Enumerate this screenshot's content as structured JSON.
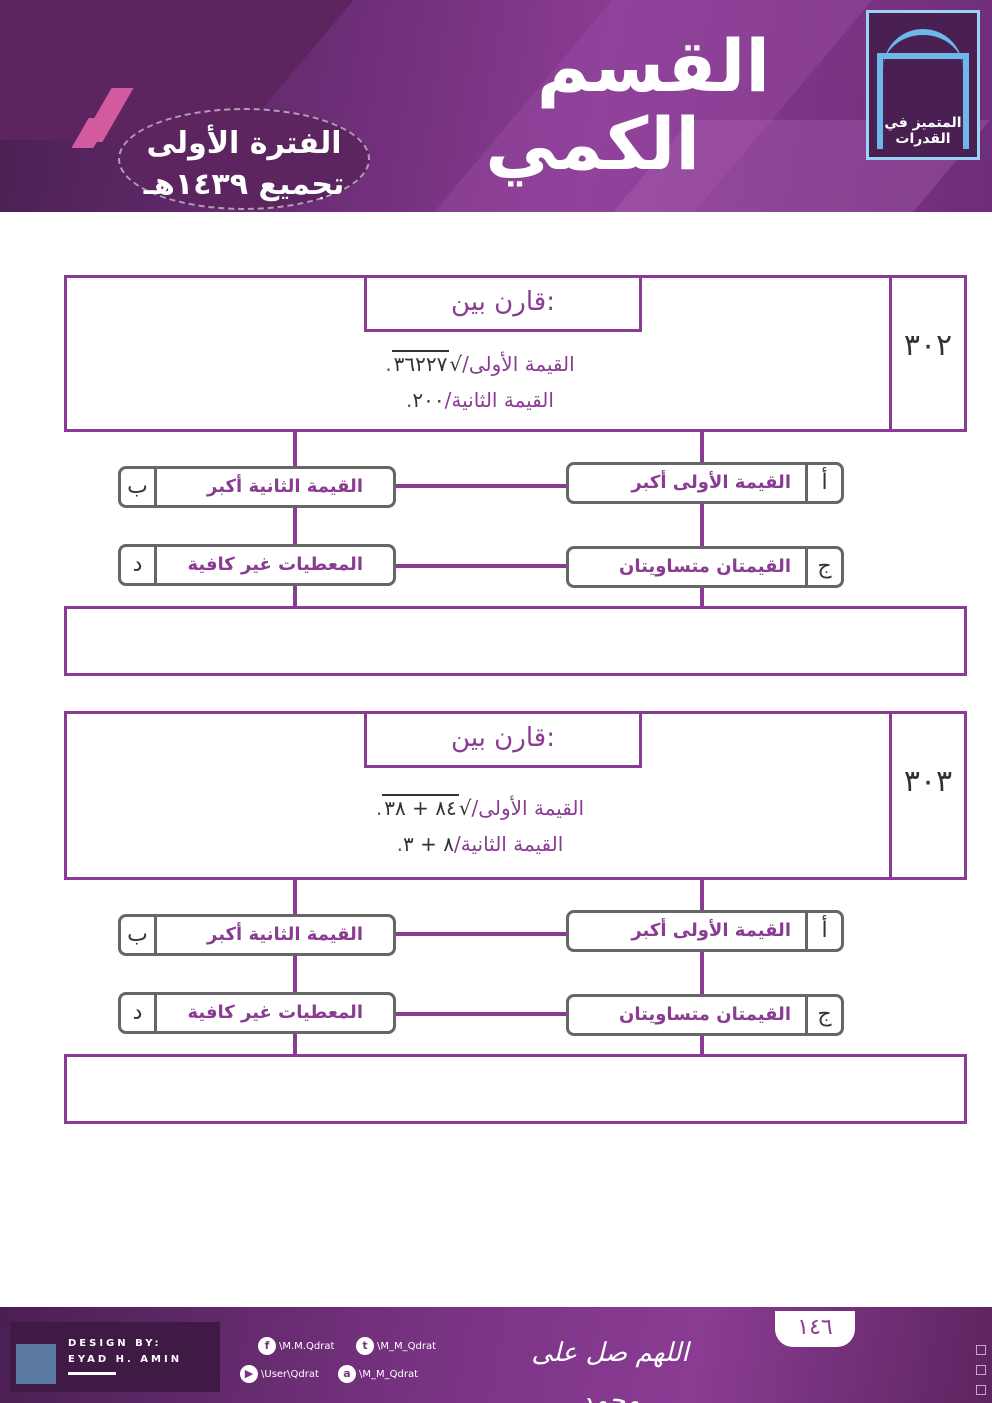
{
  "header": {
    "title_line1": "القسم",
    "title_line2": "الكمي",
    "period_line1": "الفترة الأولى",
    "period_line2": "تجميع ١٤٣٩هـ",
    "logo_text": "المتميز في القدرات",
    "logo_icon": "book-m-logo-icon"
  },
  "questions": [
    {
      "number": "٣٠٢",
      "prompt": "قارن بين:",
      "value1_label": "القيمة الأولى/",
      "value1_math": "√٣٦٢٢٧",
      "value1_math_radicand": "٣٦٢٢٧",
      "value1_end": ".",
      "value2_label": "القيمة الثانية/",
      "value2_math": "٢٠٠",
      "value2_end": ".",
      "options": [
        {
          "letter": "أ",
          "text": "القيمة الأولى أكبر"
        },
        {
          "letter": "ب",
          "text": "القيمة الثانية  أكبر"
        },
        {
          "letter": "ج",
          "text": "القيمتان متساويتان"
        },
        {
          "letter": "د",
          "text": "المعطيات غير كافية"
        }
      ],
      "answer": ""
    },
    {
      "number": "٣٠٣",
      "prompt": "قارن بين:",
      "value1_label": "القيمة الأولى/",
      "value1_math": "√٨٤ + ٣٨",
      "value1_math_radicand": "٨٤ + ٣٨",
      "value1_end": ".",
      "value2_label": "القيمة الثانية/",
      "value2_math": "٨ + ٣",
      "value2_end": ".",
      "options": [
        {
          "letter": "أ",
          "text": "القيمة الأولى أكبر"
        },
        {
          "letter": "ب",
          "text": "القيمة الثانية  أكبر"
        },
        {
          "letter": "ج",
          "text": "القيمتان متساويتان"
        },
        {
          "letter": "د",
          "text": "المعطيات غير كافية"
        }
      ],
      "answer": ""
    }
  ],
  "footer": {
    "designer_line1": "DESIGN BY:",
    "designer_line2": "EYAD H. AMIN",
    "social": [
      {
        "icon": "facebook-icon",
        "glyph": "f",
        "handle": "\\M.M.Qdrat"
      },
      {
        "icon": "twitter-icon",
        "glyph": "t",
        "handle": "\\M_M_Qdrat"
      },
      {
        "icon": "youtube-icon",
        "glyph": "▶",
        "handle": "\\User\\Qdrat"
      },
      {
        "icon": "ask-icon",
        "glyph": "a",
        "handle": "\\M_M_Qdrat"
      }
    ],
    "calligraphy": "اللهم صل على محمد",
    "page_number": "١٤٦"
  },
  "colors": {
    "primary": "#8a3c93",
    "dark": "#4a1f52",
    "accent_pink": "#d45aa0",
    "logo_blue": "#6cb8e8"
  }
}
